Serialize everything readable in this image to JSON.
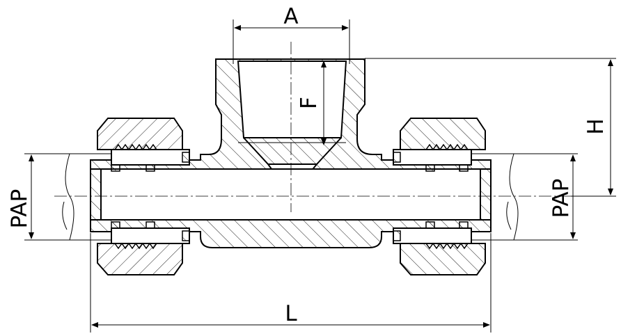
{
  "labels": {
    "top_width": "A",
    "thread_depth": "F",
    "height": "H",
    "pipe_left": "PAP",
    "pipe_right": "PAP",
    "length": "L"
  }
}
